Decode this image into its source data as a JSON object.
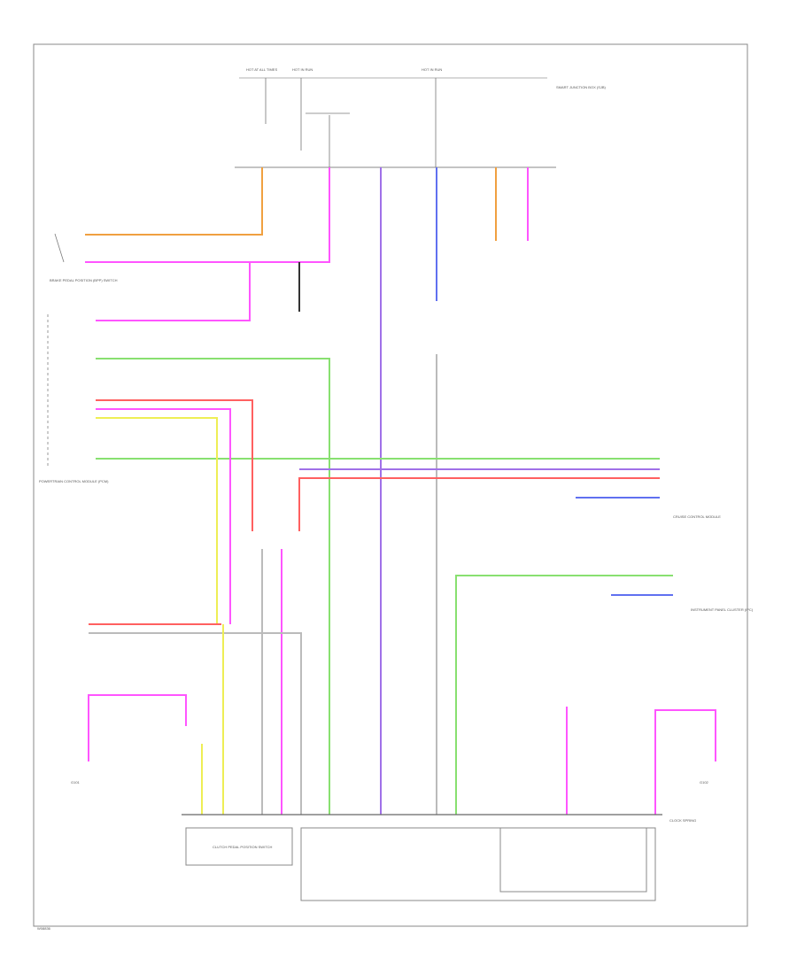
{
  "figure_code": "W08836",
  "colors": {
    "orange": "#f0a040",
    "pink": "#ff55ff",
    "purple": "#a070e8",
    "blue": "#6070f0",
    "green": "#88e070",
    "yellow": "#eeee55",
    "red": "#ff6060",
    "gray": "#bbbbbb",
    "black": "#333333"
  },
  "components": {
    "top_label_left": "HOT AT ALL TIMES",
    "top_label_mid": "HOT IN RUN",
    "top_label_right": "HOT IN RUN",
    "smart_junction_box": "SMART JUNCTION BOX (SJB)",
    "brake_switch": "BRAKE PEDAL POSITION (BPP) SWITCH",
    "pcm": "POWERTRAIN CONTROL MODULE (PCM)",
    "cruise_module": "CRUISE CONTROL MODULE",
    "instrument_cluster": "INSTRUMENT PANEL CLUSTER (IPC)",
    "clutch_switch": "CLUTCH PEDAL POSITION SWITCH",
    "left_ground": "G101",
    "right_ground": "G102",
    "bottom_right_label": "CLOCK SPRING"
  }
}
